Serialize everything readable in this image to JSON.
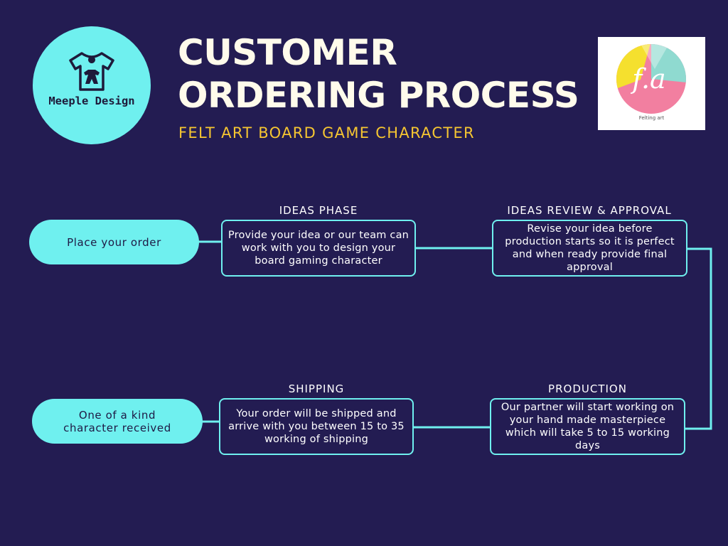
{
  "header": {
    "title_line1": "CUSTOMER",
    "title_line2": "ORDERING PROCESS",
    "subtitle": "FELT ART BOARD GAME CHARACTER"
  },
  "logos": {
    "meeple": {
      "text": "Meeple Design",
      "icon": "tshirt-meeple-icon"
    },
    "felt": {
      "monogram": "f.a",
      "caption": "Felting art"
    }
  },
  "flow": {
    "start": "Place your order",
    "end": "One of a kind character received",
    "steps": [
      {
        "label": "IDEAS PHASE",
        "text": "Provide your idea or our team can work with you to design your board gaming character"
      },
      {
        "label": "IDEAS REVIEW & APPROVAL",
        "text": "Revise your idea before production starts so it is perfect and when ready provide final approval"
      },
      {
        "label": "PRODUCTION",
        "text": "Our partner will start working on your hand made masterpiece which will take 5 to 15 working days"
      },
      {
        "label": "SHIPPING",
        "text": "Your order will be shipped and arrive with you between 15 to 35 working of shipping"
      }
    ]
  },
  "colors": {
    "background": "#231c52",
    "accent": "#6ff0ef",
    "title": "#fffbeb",
    "subtitle": "#f6c631"
  }
}
